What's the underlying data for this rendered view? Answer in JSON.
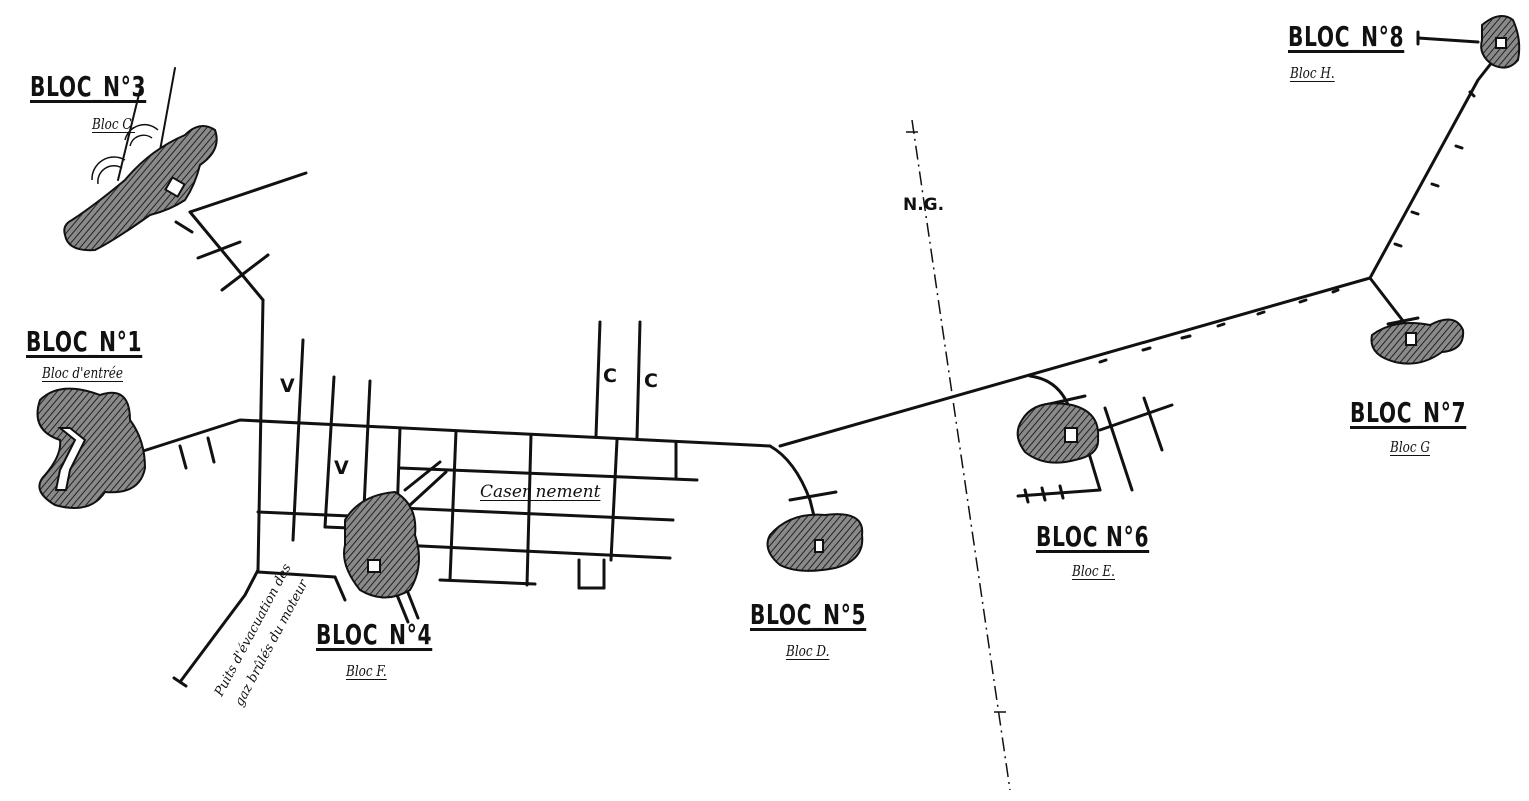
{
  "blocs": [
    {
      "id": "1",
      "title": "BLOC_N°1",
      "subtitle": "Bloc d'entrée"
    },
    {
      "id": "3",
      "title": "BLOC_N°3",
      "subtitle": "Bloc C."
    },
    {
      "id": "4",
      "title": "BLOC_N°4",
      "subtitle": "Bloc F."
    },
    {
      "id": "5",
      "title": "BLOC_N°5",
      "subtitle": "Bloc D."
    },
    {
      "id": "6",
      "title": "BLOC N°6",
      "subtitle": "Bloc E."
    },
    {
      "id": "7",
      "title": "BLOC_N°7",
      "subtitle": "Bloc G"
    },
    {
      "id": "8",
      "title": "BLOC_N°8",
      "subtitle": "Bloc H."
    }
  ],
  "labels": {
    "v1": "V",
    "v2": "V",
    "c1": "C",
    "c2": "C",
    "casernement": "Caser nement",
    "ng": "N.G.",
    "puits_line1": "Puits d'évacuation des",
    "puits_line2": "gaz brûlés du moteur"
  },
  "colors": {
    "ink": "#111111",
    "hatch": "#555555",
    "paper": "#ffffff"
  }
}
